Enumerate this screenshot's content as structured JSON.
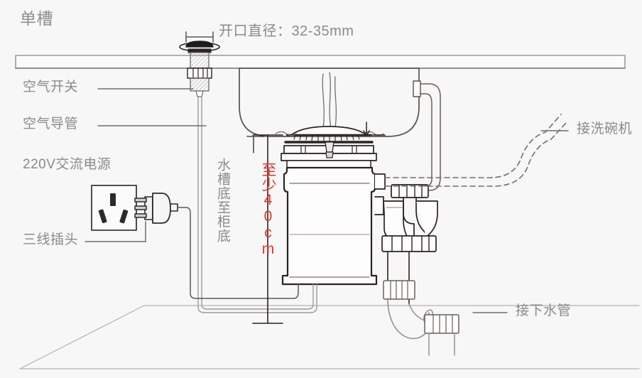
{
  "diagram": {
    "title": "单槽",
    "background_color": "#f7f7f7",
    "line_color": "#8c8c8c",
    "dark_line_color": "#2b2320",
    "accent_red": "#e8332a",
    "label_color": "#8a8a8a"
  },
  "dimension_top": {
    "text": "开口直径：32-35mm",
    "marker": "width-bar"
  },
  "dimension_vertical": {
    "label_gray": "水槽底至柜底",
    "label_red": "至少40cm"
  },
  "labels_left": [
    {
      "text": "空气开关",
      "name": "air-switch"
    },
    {
      "text": "空气导管",
      "name": "air-tube"
    },
    {
      "text": "220V交流电源",
      "name": "power-supply"
    },
    {
      "text": "三线插头",
      "name": "three-wire-plug"
    }
  ],
  "labels_right": [
    {
      "text": "接洗碗机",
      "name": "dishwasher-connection"
    },
    {
      "text": "接下水管",
      "name": "drain-connection"
    }
  ],
  "parts": {
    "countertop": "countertop-slab",
    "sink_basin": "sink-basin",
    "air_switch_button": "air-switch-button",
    "disposer_unit": "garbage-disposer-unit",
    "mounting_flange": "mounting-flange",
    "sink_strainer": "sink-strainer",
    "water_stream": "water-stream",
    "power_outlet": "power-outlet-socket",
    "power_plug": "power-plug",
    "power_cord": "power-cord",
    "p_trap": "p-trap",
    "drain_pipe": "drain-pipe",
    "dishwasher_hose": "dishwasher-hose",
    "overflow_pipe": "overflow-pipe",
    "cabinet_floor": "cabinet-floor"
  }
}
